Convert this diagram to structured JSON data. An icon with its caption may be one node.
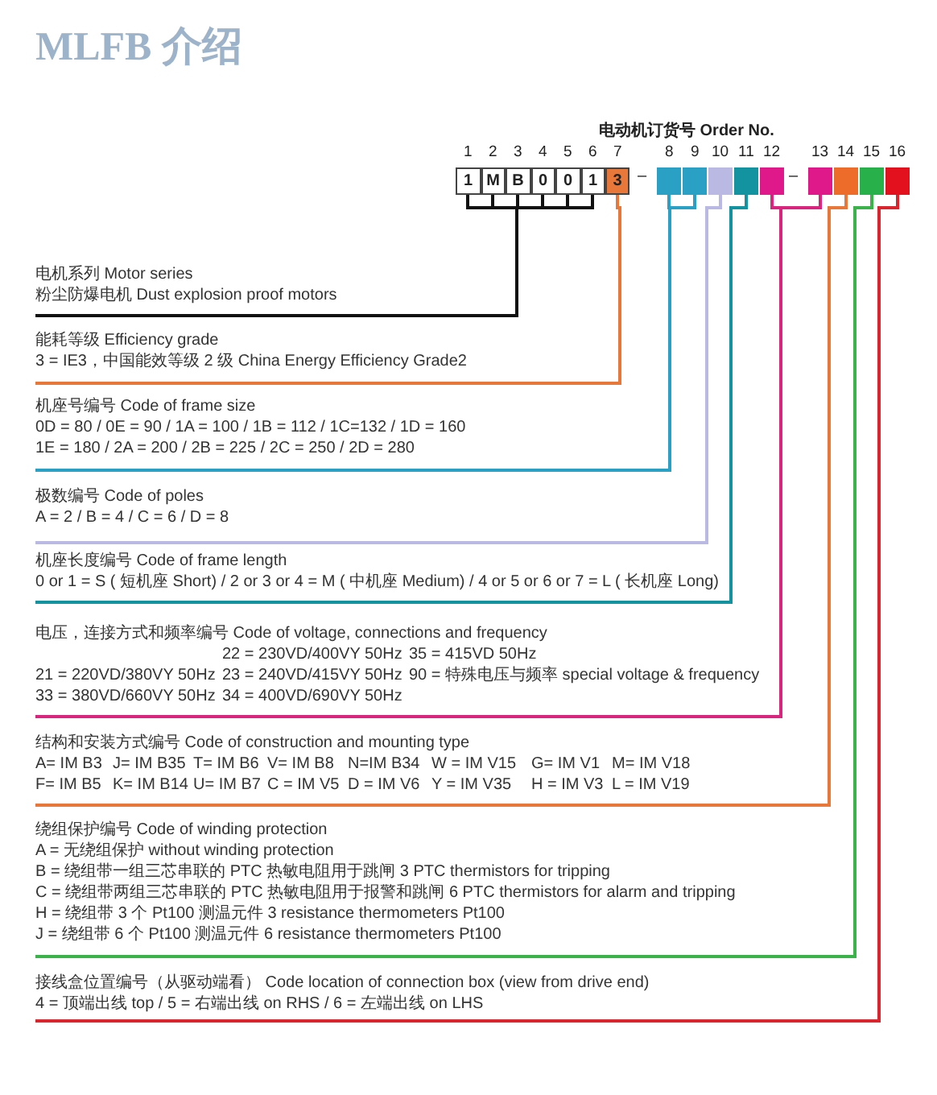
{
  "diagram": {
    "title": "MLFB 介绍",
    "nodes": [
      {
        "text": [
          "1"
        ],
        "beside": [
          "1"
        ]
      },
      {
        "text": [
          "M"
        ],
        "beside": [
          "2"
        ]
      },
      {
        "text": [
          "B"
        ],
        "beside": [
          "3"
        ]
      },
      {
        "text": [
          "0"
        ],
        "beside": [
          "4"
        ]
      },
      {
        "text": [
          "0"
        ],
        "beside": [
          "5"
        ]
      },
      {
        "text": [
          "1"
        ],
        "beside": [
          "6"
        ]
      },
      {
        "text": [
          "3"
        ],
        "beside": [
          "7"
        ]
      },
      {
        "text": [],
        "shape": "box",
        "beside": [
          "8"
        ]
      },
      {
        "text": [],
        "shape": "box",
        "beside": [
          "9"
        ]
      },
      {
        "text": [],
        "shape": "box",
        "beside": [
          "10"
        ]
      },
      {
        "text": [],
        "shape": "box",
        "beside": [
          "11"
        ]
      },
      {
        "text": [],
        "shape": "box",
        "beside": [
          "12"
        ]
      },
      {
        "text": [],
        "shape": "box",
        "beside": [
          "13"
        ]
      },
      {
        "text": [],
        "shape": "box",
        "beside": [
          "14"
        ]
      },
      {
        "text": [],
        "shape": "box",
        "beside": [
          "15"
        ]
      },
      {
        "text": [],
        "shape": "box",
        "beside": [
          "16"
        ]
      },
      {
        "text": [
          "电机系列 Motor series",
          "粉尘防爆电机 Dust explosion proof motors"
        ]
      },
      {
        "text": [
          "能耗等级 Efficiency grade",
          "3 = IE3，中国能效等级 2 级 China Energy Efficiency Grade2"
        ]
      },
      {
        "text": [
          "机座号编号 Code of frame size",
          "0D = 80 / 0E = 90 / 1A = 100 / 1B = 112 / 1C=132 / 1D = 160",
          "1E = 180 / 2A = 200 / 2B = 225 / 2C = 250 / 2D = 280"
        ]
      },
      {
        "text": [
          "极数编号 Code of poles",
          "A = 2 / B = 4 / C = 6 / D = 8"
        ]
      },
      {
        "text": [
          "机座长度编号 Code of frame length",
          "0 or 1 = S ( 短机座 Short) / 2 or 3 or 4 = M ( 中机座 Medium) / 4 or 5 or 6 or 7 = L ( 长机座 Long)"
        ]
      },
      {
        "text": [
          "电压，连接方式和频率编号 Code of voltage, connections and frequency",
          "22 = 230VD/400VY 50Hz",
          "35 = 415VD 50Hz",
          "21 = 220VD/380VY 50Hz",
          "23 = 240VD/415VY 50Hz",
          "90 = 特殊电压与频率 special voltage & frequency",
          "33 = 380VD/660VY 50Hz",
          "34 = 400VD/690VY 50Hz"
        ]
      },
      {
        "text": [
          "结构和安装方式编号 Code of construction and mounting type",
          "A= IM B3",
          "J= IM B35",
          "T= IM B6",
          "V= IM B8",
          "N=IM B34",
          "W = IM V15",
          "G= IM V1",
          "M= IM V18",
          "F= IM B5",
          "K= IM B14",
          "U= IM B7",
          "C = IM V5",
          "D = IM V6",
          "Y = IM V35",
          "H = IM V3",
          "L = IM V19"
        ]
      },
      {
        "text": [
          "绕组保护编号 Code of winding protection",
          "A = 无绕组保护 without winding protection",
          "B = 绕组带一组三芯串联的 PTC 热敏电阻用于跳闸 3 PTC thermistors for tripping",
          "C = 绕组带两组三芯串联的 PTC 热敏电阻用于报警和跳闸 6 PTC thermistors for alarm and tripping",
          "H = 绕组带 3 个 Pt100 测温元件 3 resistance thermometers Pt100",
          "J = 绕组带 6 个 Pt100 测温元件 6 resistance thermometers Pt100"
        ]
      },
      {
        "text": [
          "接线盒位置编号（从驱动端看） Code location of connection box (view from drive end)",
          "4 = 顶端出线 top / 5 = 右端出线 on RHS / 6 = 左端出线 on LHS"
        ]
      }
    ],
    "edges": [
      {
        "from": 0,
        "to": 16,
        "arrow": "none",
        "color": "#111111"
      },
      {
        "from": 1,
        "to": 16,
        "arrow": "none",
        "color": "#111111"
      },
      {
        "from": 2,
        "to": 16,
        "arrow": "none",
        "color": "#111111"
      },
      {
        "from": 3,
        "to": 16,
        "arrow": "none",
        "color": "#111111"
      },
      {
        "from": 4,
        "to": 16,
        "arrow": "none",
        "color": "#111111"
      },
      {
        "from": 5,
        "to": 16,
        "arrow": "none",
        "color": "#111111"
      },
      {
        "from": 6,
        "to": 17,
        "arrow": "none",
        "color": "#e8773a"
      },
      {
        "from": 7,
        "to": 18,
        "arrow": "none",
        "color": "#2aa0c5"
      },
      {
        "from": 8,
        "to": 18,
        "arrow": "none",
        "color": "#2aa0c5"
      },
      {
        "from": 9,
        "to": 19,
        "arrow": "none",
        "color": "#b9b9e3"
      },
      {
        "from": 10,
        "to": 20,
        "arrow": "none",
        "color": "#12939f"
      },
      {
        "from": 11,
        "to": 21,
        "arrow": "none",
        "color": "#d8267f"
      },
      {
        "from": 12,
        "to": 21,
        "arrow": "none",
        "color": "#d8267f"
      },
      {
        "from": 13,
        "to": 22,
        "arrow": "none",
        "color": "#e8773a"
      },
      {
        "from": 14,
        "to": 23,
        "arrow": "none",
        "color": "#3cb34a"
      },
      {
        "from": 15,
        "to": 24,
        "arrow": "none",
        "color": "#d9262e"
      }
    ],
    "labels": [
      "电动机订货号 Order No.",
      "–",
      "–"
    ]
  }
}
